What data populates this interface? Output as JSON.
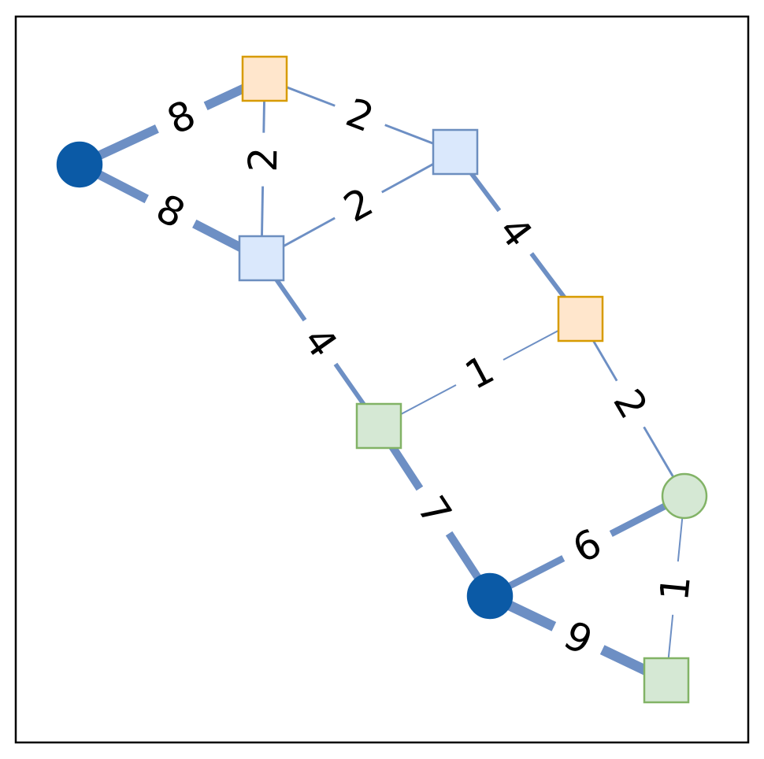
{
  "colors": {
    "edge": "#6d8fc4",
    "label": "#000000",
    "frame": "#000000",
    "blue_fill": "#dae8fc",
    "blue_stroke": "#6c8ebf",
    "orange_fill": "#ffe6cc",
    "orange_stroke": "#d79b00",
    "green_fill": "#d5e8d4",
    "green_stroke": "#82b366",
    "dark_fill": "#0b5aa6"
  },
  "nodes": [
    {
      "id": "n1",
      "shape": "circle",
      "style": "dark"
    },
    {
      "id": "n2",
      "shape": "square",
      "style": "orange"
    },
    {
      "id": "n3",
      "shape": "square",
      "style": "blue"
    },
    {
      "id": "n4",
      "shape": "square",
      "style": "blue"
    },
    {
      "id": "n5",
      "shape": "square",
      "style": "orange"
    },
    {
      "id": "n6",
      "shape": "square",
      "style": "green"
    },
    {
      "id": "n7",
      "shape": "circle",
      "style": "green"
    },
    {
      "id": "n8",
      "shape": "circle",
      "style": "dark"
    },
    {
      "id": "n9",
      "shape": "square",
      "style": "green"
    }
  ],
  "edges": [
    {
      "from": "n1",
      "to": "n2",
      "label": "8",
      "weight": 8
    },
    {
      "from": "n1",
      "to": "n4",
      "label": "8",
      "weight": 8
    },
    {
      "from": "n2",
      "to": "n4",
      "label": "2",
      "weight": 2
    },
    {
      "from": "n2",
      "to": "n3",
      "label": "2",
      "weight": 2
    },
    {
      "from": "n4",
      "to": "n3",
      "label": "2",
      "weight": 2
    },
    {
      "from": "n3",
      "to": "n5",
      "label": "4",
      "weight": 4
    },
    {
      "from": "n4",
      "to": "n6",
      "label": "4",
      "weight": 4
    },
    {
      "from": "n5",
      "to": "n6",
      "label": "1",
      "weight": 1
    },
    {
      "from": "n5",
      "to": "n7",
      "label": "2",
      "weight": 2
    },
    {
      "from": "n6",
      "to": "n8",
      "label": "7",
      "weight": 7
    },
    {
      "from": "n8",
      "to": "n7",
      "label": "6",
      "weight": 6
    },
    {
      "from": "n8",
      "to": "n9",
      "label": "9",
      "weight": 9
    },
    {
      "from": "n7",
      "to": "n9",
      "label": "1",
      "weight": 1
    }
  ]
}
